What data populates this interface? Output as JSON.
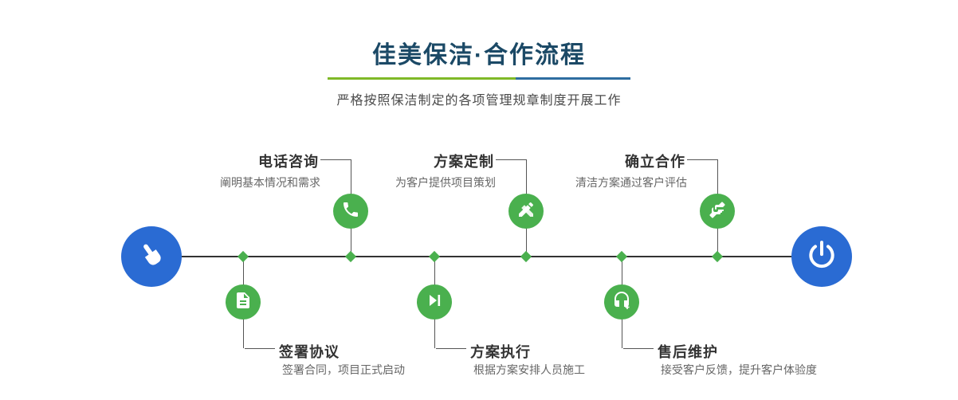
{
  "header": {
    "title": "佳美保洁·合作流程",
    "subtitle": "严格按照保洁制定的各项管理规章制度开展工作"
  },
  "colors": {
    "title_blue": "#1b4966",
    "divider_green": "#7fb927",
    "divider_blue": "#2e6da0",
    "step_green": "#4ab04e",
    "endpoint_blue": "#2a6bd3",
    "line_dark": "#333333"
  },
  "timeline": {
    "start_icon": "pointing-hand-icon",
    "end_icon": "power-icon",
    "steps_top": [
      {
        "title": "电话咨询",
        "desc": "阐明基本情况和需求",
        "icon": "phone-icon"
      },
      {
        "title": "方案定制",
        "desc": "为客户提供项目策划",
        "icon": "crossed-pencils-icon"
      },
      {
        "title": "确立合作",
        "desc": "清洁方案通过客户评估",
        "icon": "handshake-icon"
      }
    ],
    "steps_bottom": [
      {
        "title": "签署协议",
        "desc": "签署合同，项目正式启动",
        "icon": "document-icon"
      },
      {
        "title": "方案执行",
        "desc": "根据方案安排人员施工",
        "icon": "play-icon"
      },
      {
        "title": "售后维护",
        "desc": "接受客户反馈，提升客户体验度",
        "icon": "headset-plus-icon"
      }
    ]
  }
}
